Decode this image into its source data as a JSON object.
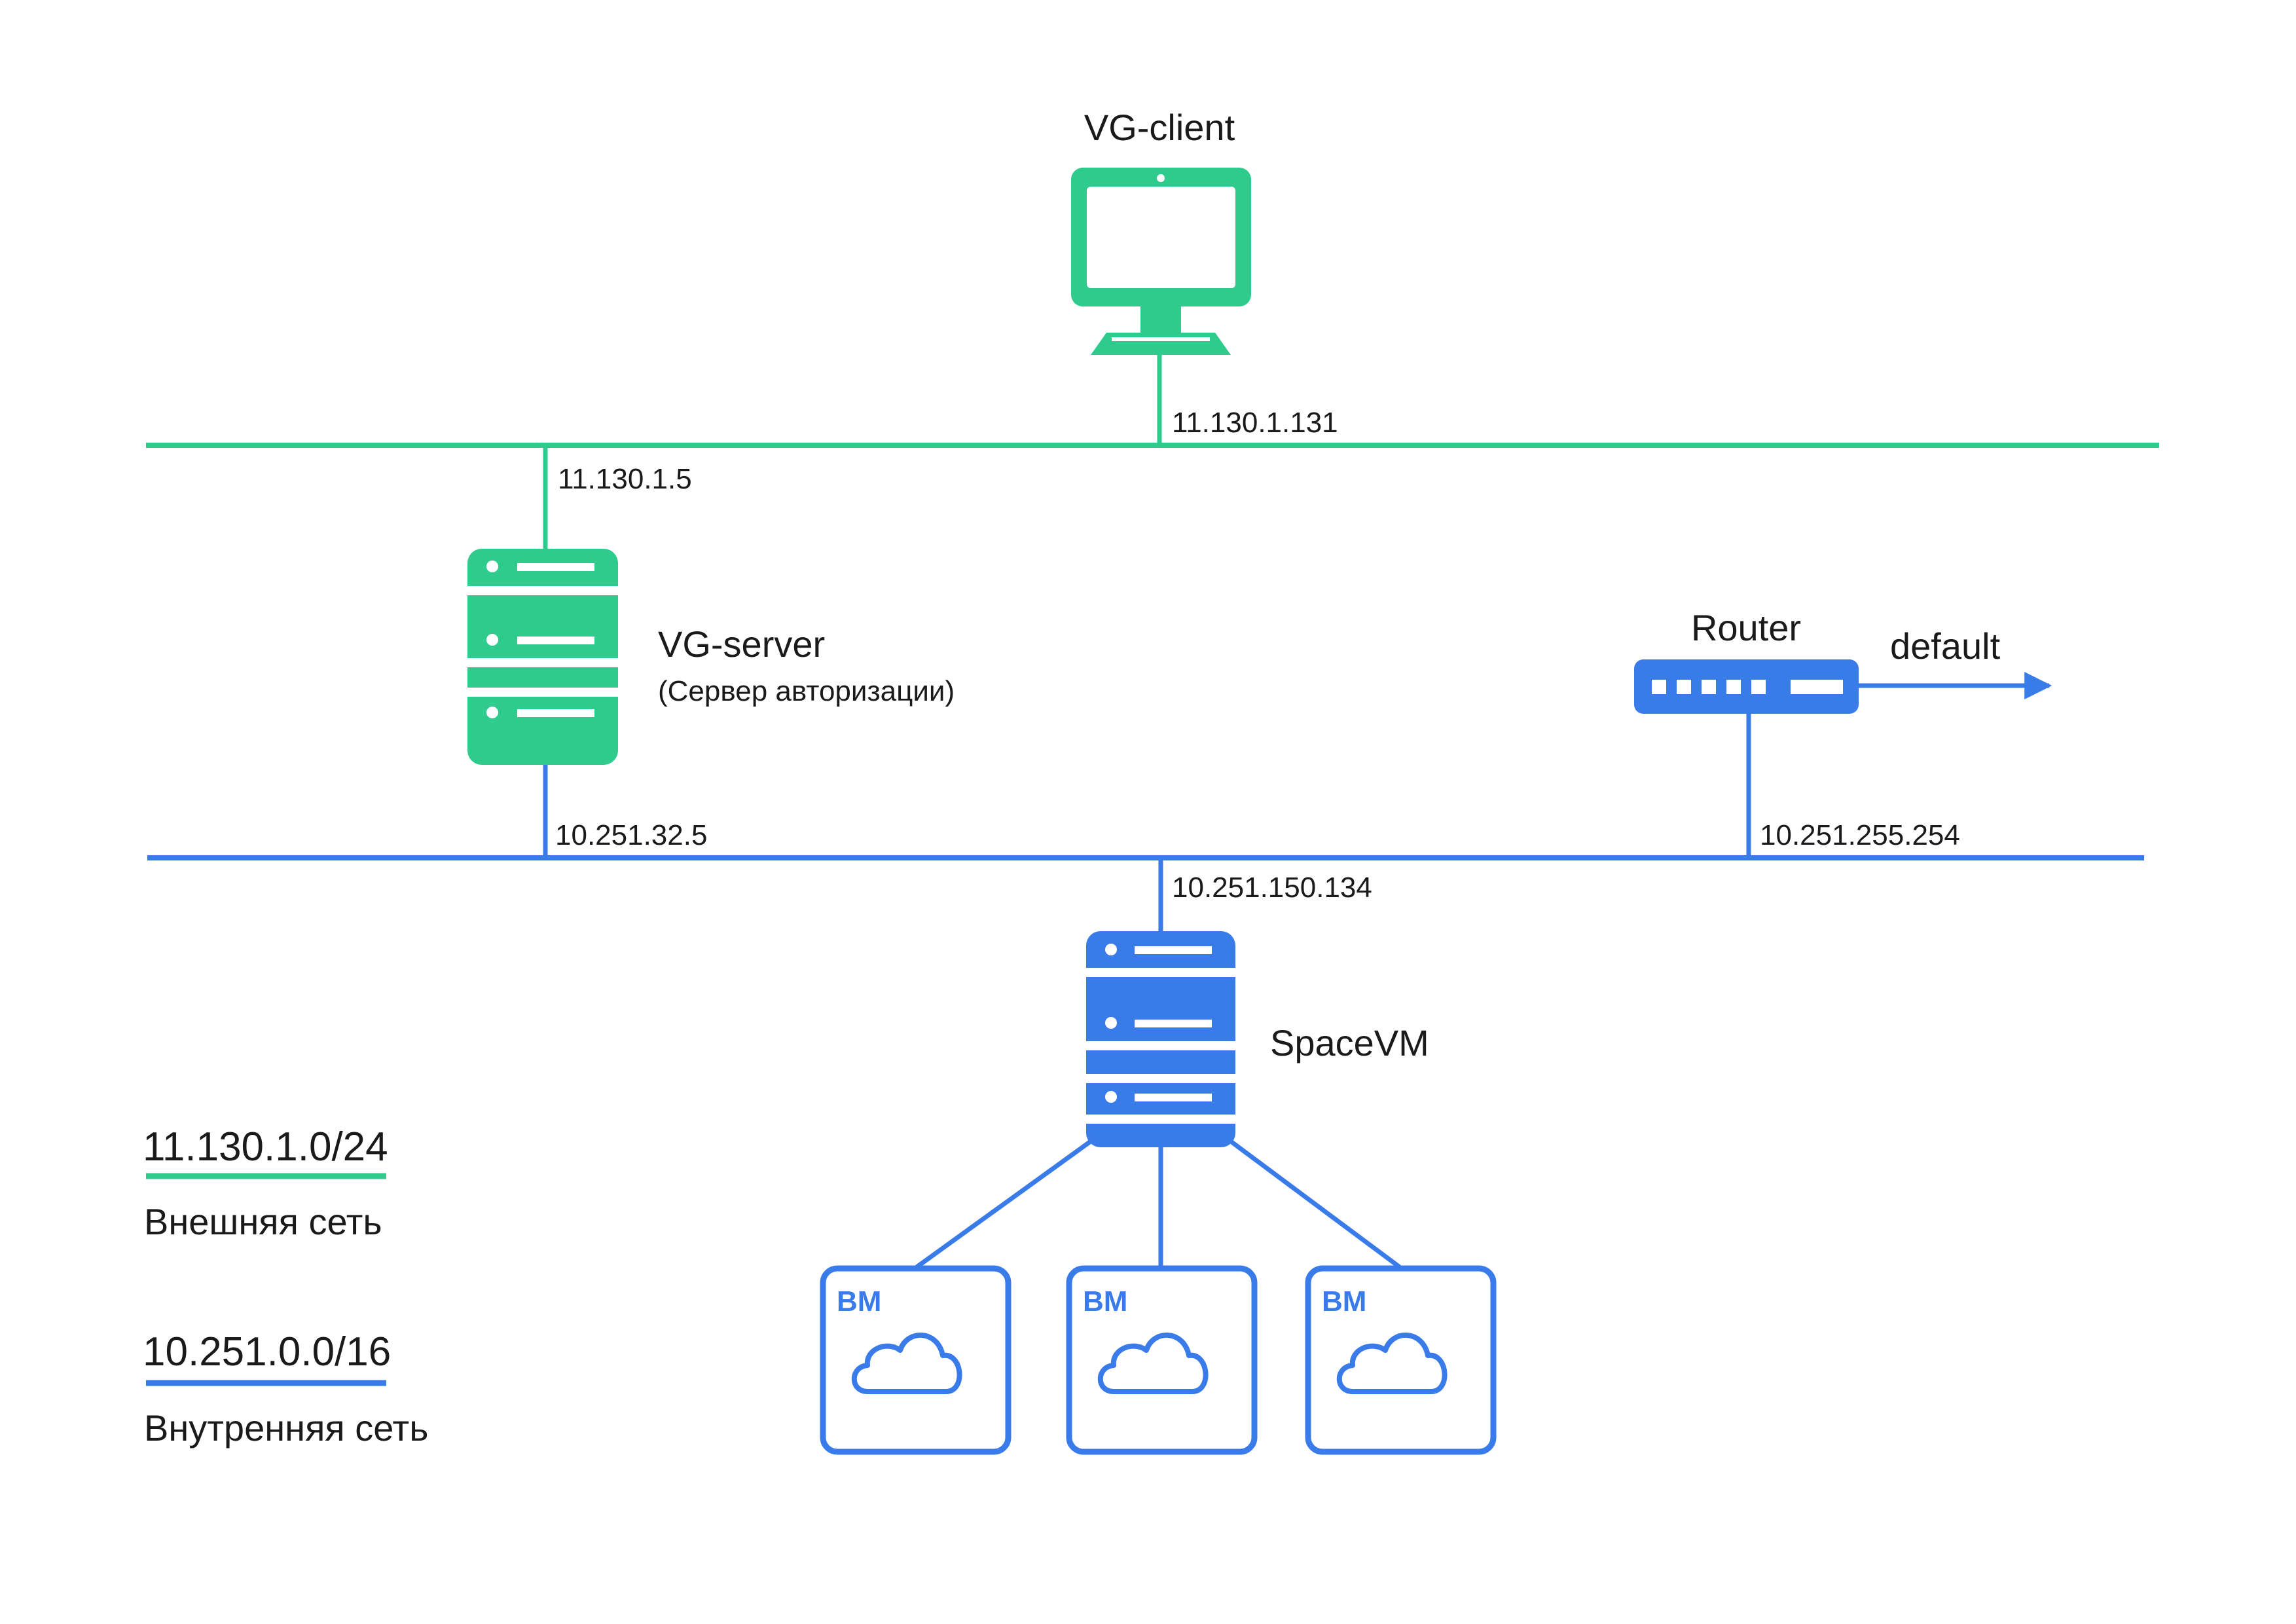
{
  "colors": {
    "external": "#2fcb8c",
    "internal": "#3a7bea"
  },
  "nodes": {
    "vg_client": {
      "name": "VG-client",
      "ip": "11.130.1.131",
      "icon": "monitor-icon"
    },
    "vg_server": {
      "name": "VG-server",
      "subtitle": "(Сервер авторизации)",
      "ip_external": "11.130.1.5",
      "ip_internal": "10.251.32.5",
      "icon": "server-icon"
    },
    "router": {
      "name": "Router",
      "ip": "10.251.255.254",
      "route_label": "default",
      "icon": "router-icon"
    },
    "spacevm": {
      "name": "SpaceVM",
      "ip": "10.251.150.134",
      "icon": "server-icon"
    },
    "vms": [
      {
        "label": "ВМ",
        "icon": "cloud-icon"
      },
      {
        "label": "ВМ",
        "icon": "cloud-icon"
      },
      {
        "label": "ВМ",
        "icon": "cloud-icon"
      }
    ]
  },
  "legend": {
    "external": {
      "subnet": "11.130.1.0/24",
      "name": "Внешняя сеть"
    },
    "internal": {
      "subnet": "10.251.0.0/16",
      "name": "Внутренняя сеть"
    }
  }
}
